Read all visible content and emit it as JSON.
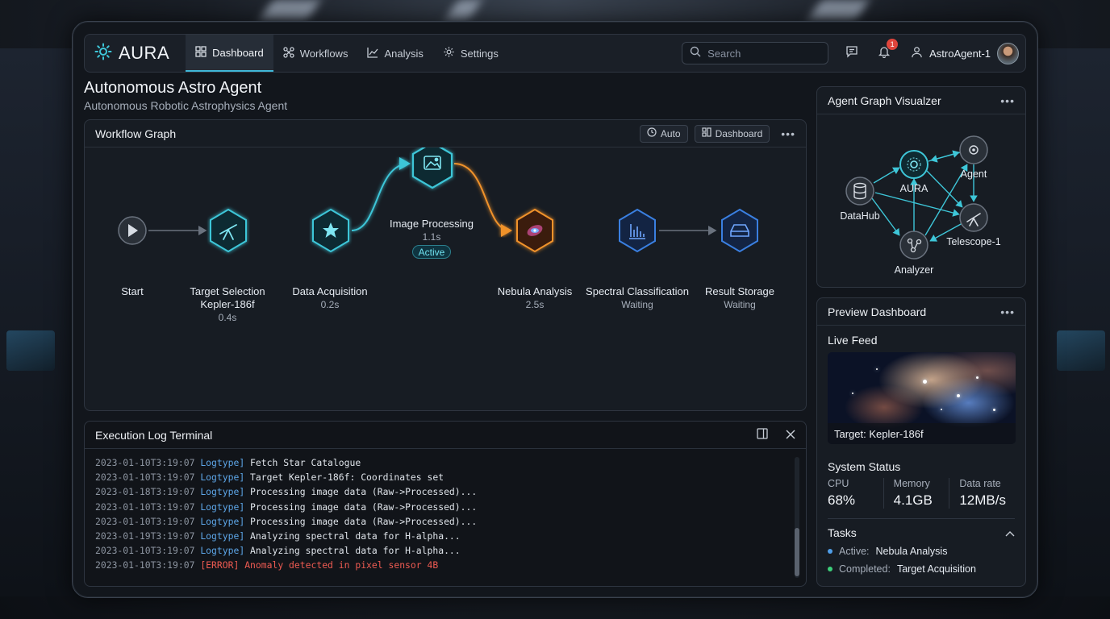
{
  "app": {
    "name": "AURA"
  },
  "nav": {
    "items": [
      {
        "label": "Dashboard",
        "icon": "grid-icon"
      },
      {
        "label": "Workflows",
        "icon": "workflow-icon"
      },
      {
        "label": "Analysis",
        "icon": "chart-icon"
      },
      {
        "label": "Settings",
        "icon": "gear-icon"
      }
    ],
    "search_placeholder": "Search",
    "notification_count": "1",
    "user": "AstroAgent-1"
  },
  "page": {
    "title": "Autonomous Astro Agent",
    "subtitle": "Autonomous Robotic Astrophysics Agent"
  },
  "workflow": {
    "title": "Workflow Graph",
    "auto_label": "Auto",
    "dashboard_label": "Dashboard",
    "nodes": [
      {
        "label": "Start",
        "sub": "",
        "icon": "play-icon"
      },
      {
        "label": "Target Selection",
        "sub": "Kepler-186f",
        "sub2": "0.4s",
        "icon": "telescope-icon"
      },
      {
        "label": "Data Acquisition",
        "sub": "0.2s",
        "icon": "star-icon"
      },
      {
        "label": "Image Processing",
        "sub": "1.1s",
        "status": "Active",
        "icon": "image-icon"
      },
      {
        "label": "Nebula Analysis",
        "sub": "2.5s",
        "icon": "nebula-icon"
      },
      {
        "label": "Spectral Classification",
        "sub": "Waiting",
        "icon": "spectrum-icon"
      },
      {
        "label": "Result Storage",
        "sub": "Waiting",
        "icon": "storage-icon"
      }
    ],
    "colors": {
      "teal": "#3ec6d8",
      "orange": "#f0922b",
      "blue": "#3a7fe0",
      "gray": "#6a727e"
    }
  },
  "terminal": {
    "title": "Execution Log Terminal",
    "lines": [
      {
        "ts": "2023-01-10T3:19:07",
        "type": "Logtype]",
        "msg": "Fetch Star Catalogue",
        "level": "info"
      },
      {
        "ts": "2023-01-10T3:19:07",
        "type": "Logtype]",
        "msg": "Target Kepler-186f: Coordinates set",
        "level": "info"
      },
      {
        "ts": "2023-01-18T3:19:07",
        "type": "Logtype]",
        "msg": "Processing image data (Raw->Processed)...",
        "level": "info"
      },
      {
        "ts": "2023-01-10T3:19:07",
        "type": "Logtype]",
        "msg": "Processing image data (Raw->Processed)...",
        "level": "info"
      },
      {
        "ts": "2023-01-10T3:19:07",
        "type": "Logtype]",
        "msg": "Processing image data (Raw->Processed)...",
        "level": "info"
      },
      {
        "ts": "2023-01-19T3:19:07",
        "type": "Logtype]",
        "msg": "Analyzing spectral data for H-alpha...",
        "level": "info"
      },
      {
        "ts": "2023-01-10T3:19:07",
        "type": "Logtype]",
        "msg": "Analyzing spectral data for H-alpha...",
        "level": "info"
      },
      {
        "ts": "2023-01-10T3:19:07",
        "type": "[ERROR]",
        "msg": " Anomaly detected in pixel sensor 4B",
        "level": "error"
      }
    ]
  },
  "agent_graph": {
    "title": "Agent Graph Visualzer",
    "nodes": [
      {
        "label": "AURA",
        "icon": "aura-icon"
      },
      {
        "label": "Agent",
        "icon": "agent-icon"
      },
      {
        "label": "DataHub",
        "icon": "database-icon"
      },
      {
        "label": "Telescope-1",
        "icon": "telescope-icon"
      },
      {
        "label": "Analyzer",
        "icon": "analyzer-icon"
      }
    ]
  },
  "preview": {
    "title": "Preview Dashboard",
    "live_feed_label": "Live Feed",
    "feed_caption": "Target: Kepler-186f",
    "system_status_label": "System Status",
    "stats": [
      {
        "label": "CPU",
        "value": "68%"
      },
      {
        "label": "Memory",
        "value": "4.1GB"
      },
      {
        "label": "Data rate",
        "value": "12MB/s"
      }
    ],
    "tasks_label": "Tasks",
    "tasks": [
      {
        "key": "Active:",
        "value": "Nebula Analysis",
        "color": "#4f9ee8"
      },
      {
        "key": "Completed:",
        "value": "Target Acquisition",
        "color": "#3ccf7a"
      }
    ]
  }
}
